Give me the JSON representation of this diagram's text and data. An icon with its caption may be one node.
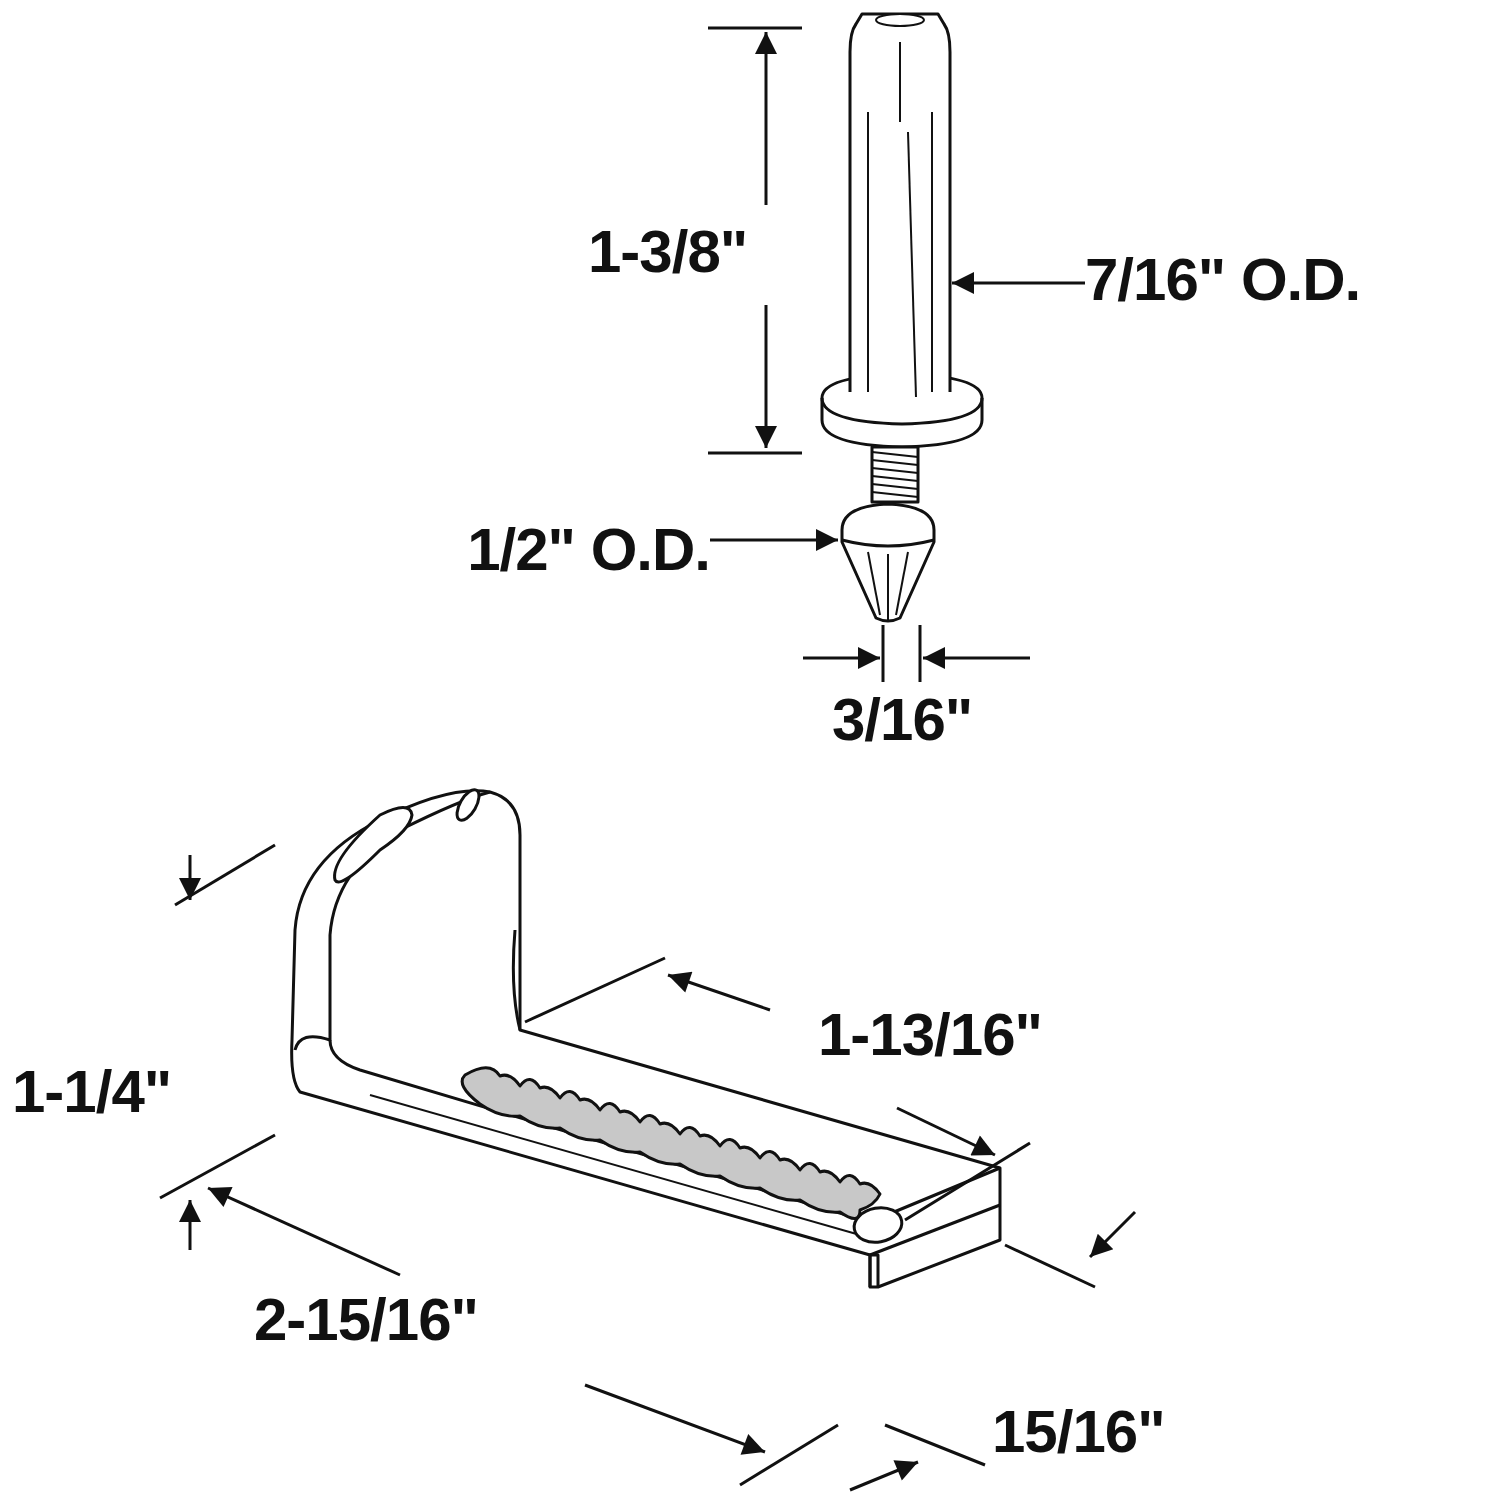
{
  "diagram": {
    "nodes": [
      {
        "text": [],
        "shape": "picture"
      },
      {
        "text": [],
        "shape": "picture"
      },
      {
        "text": [
          "7/16\" O.D."
        ]
      },
      {
        "text": [
          "1/2\" O.D."
        ]
      }
    ],
    "edges": [
      {
        "from": 2,
        "to": 0,
        "arrow": "to"
      },
      {
        "from": 3,
        "to": 1,
        "arrow": "to"
      }
    ],
    "labels": [
      "1-3/8\"",
      "3/16\"",
      "1-13/16\"",
      "1-1/4\"",
      "2-15/16\"",
      "15/16\""
    ]
  }
}
